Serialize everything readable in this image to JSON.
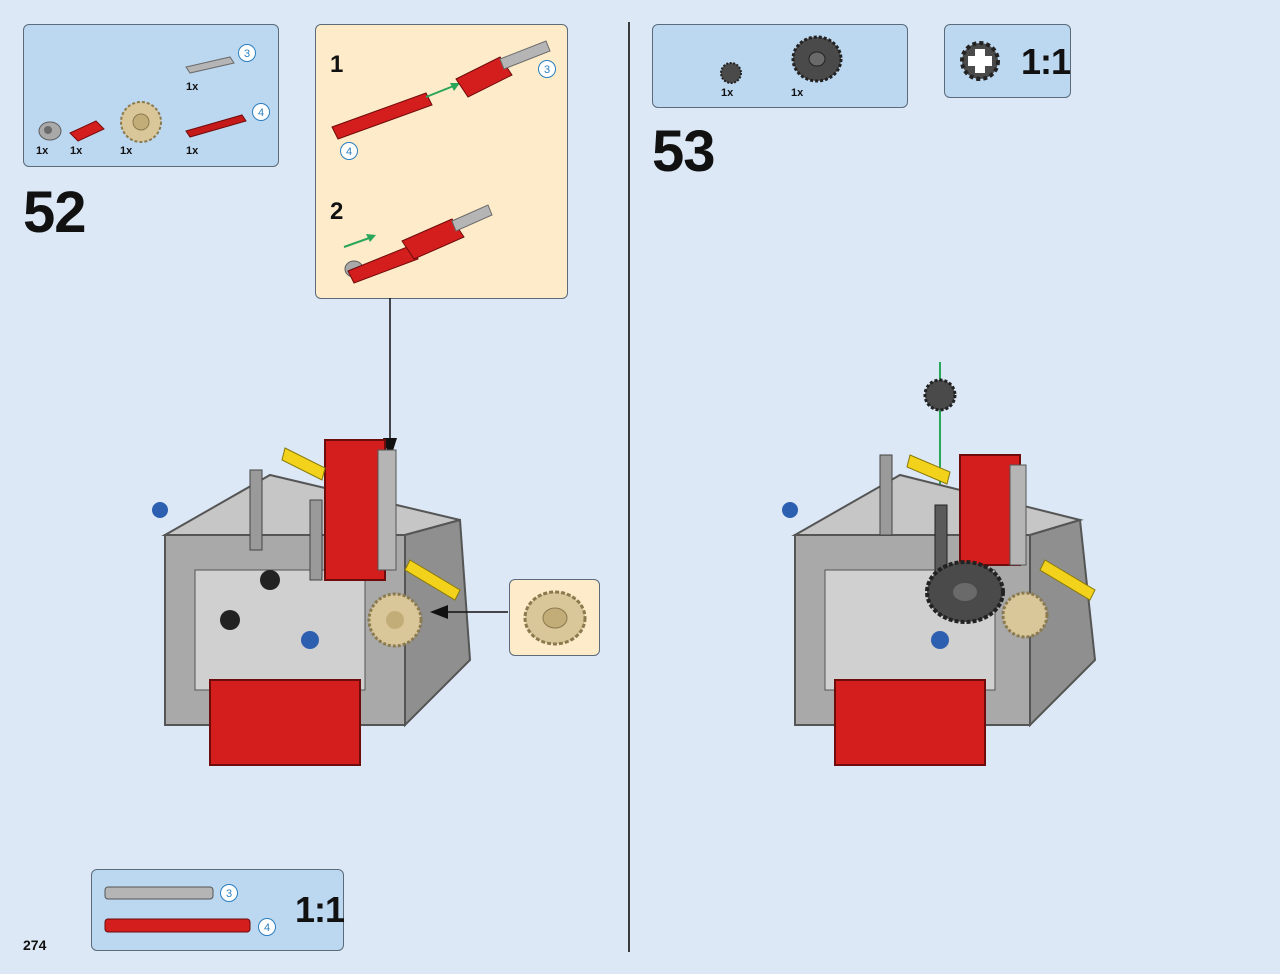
{
  "page": {
    "number": "274"
  },
  "step52": {
    "number": "52",
    "parts": [
      {
        "qty": "1x",
        "part": "bush-icon",
        "color": "#9a9a9a"
      },
      {
        "qty": "1x",
        "part": "red-connector-icon",
        "color": "#d41d1d"
      },
      {
        "qty": "1x",
        "part": "tan-gear-icon",
        "color": "#d9c79a"
      },
      {
        "qty": "1x",
        "part": "grey-axle-3-icon",
        "color": "#a8a8a8",
        "length": "3"
      },
      {
        "qty": "1x",
        "part": "red-axle-4-icon",
        "color": "#c61a1a",
        "length": "4"
      }
    ],
    "substep1": {
      "number": "1",
      "axle4_len": "4",
      "axle3_len": "3"
    },
    "substep2": {
      "number": "2"
    },
    "scale_box": {
      "label": "1:1",
      "grey_len": "3",
      "red_len": "4"
    }
  },
  "step53": {
    "number": "53",
    "parts": [
      {
        "qty": "1x",
        "part": "small-dark-gear-icon",
        "color": "#4a4a4a"
      },
      {
        "qty": "1x",
        "part": "large-dark-gear-icon",
        "color": "#4a4a4a"
      }
    ],
    "scale_box": {
      "label": "1:1"
    }
  },
  "colors": {
    "background": "#dce8f5",
    "parts_box": "#bcd7f0",
    "subassembly_box": "#fdebc9",
    "lego_red": "#d41d1d",
    "lego_grey": "#a8a8a8",
    "lego_tan": "#d9c79a",
    "lego_yellow": "#f2d21a",
    "lego_blue": "#2d5fb0",
    "arrow_green": "#2aa65a"
  }
}
